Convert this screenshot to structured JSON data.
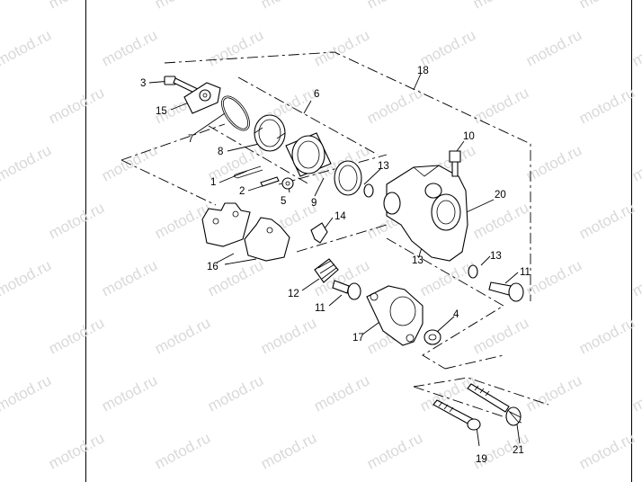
{
  "watermark": {
    "text": "motod.ru"
  },
  "callouts": {
    "c1": "1",
    "c2": "2",
    "c3": "3",
    "c4": "4",
    "c5": "5",
    "c6": "6",
    "c7": "7",
    "c8": "8",
    "c9": "9",
    "c10": "10",
    "c11a": "11",
    "c11b": "11",
    "c12": "12",
    "c13a": "13",
    "c13b": "13",
    "c13c": "13",
    "c14": "14",
    "c15": "15",
    "c16": "16",
    "c17": "17",
    "c18": "18",
    "c19": "19",
    "c20": "20",
    "c21": "21"
  }
}
